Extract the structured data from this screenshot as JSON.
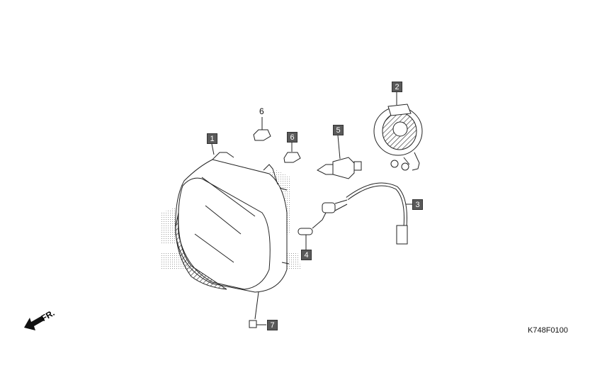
{
  "diagram": {
    "drawing_code": "K748F0100",
    "direction_label": "FR.",
    "callouts": [
      {
        "number": "1",
        "part": "headlight-unit"
      },
      {
        "number": "2",
        "part": "socket-cover"
      },
      {
        "number": "3",
        "part": "socket-harness"
      },
      {
        "number": "4",
        "part": "position-bulb"
      },
      {
        "number": "5",
        "part": "headlight-bulb"
      },
      {
        "number": "6",
        "part": "clip"
      },
      {
        "number": "7",
        "part": "screw"
      }
    ],
    "plain_label": "6",
    "ink_color": "#222222",
    "callout_color": "#5a5a5a"
  }
}
